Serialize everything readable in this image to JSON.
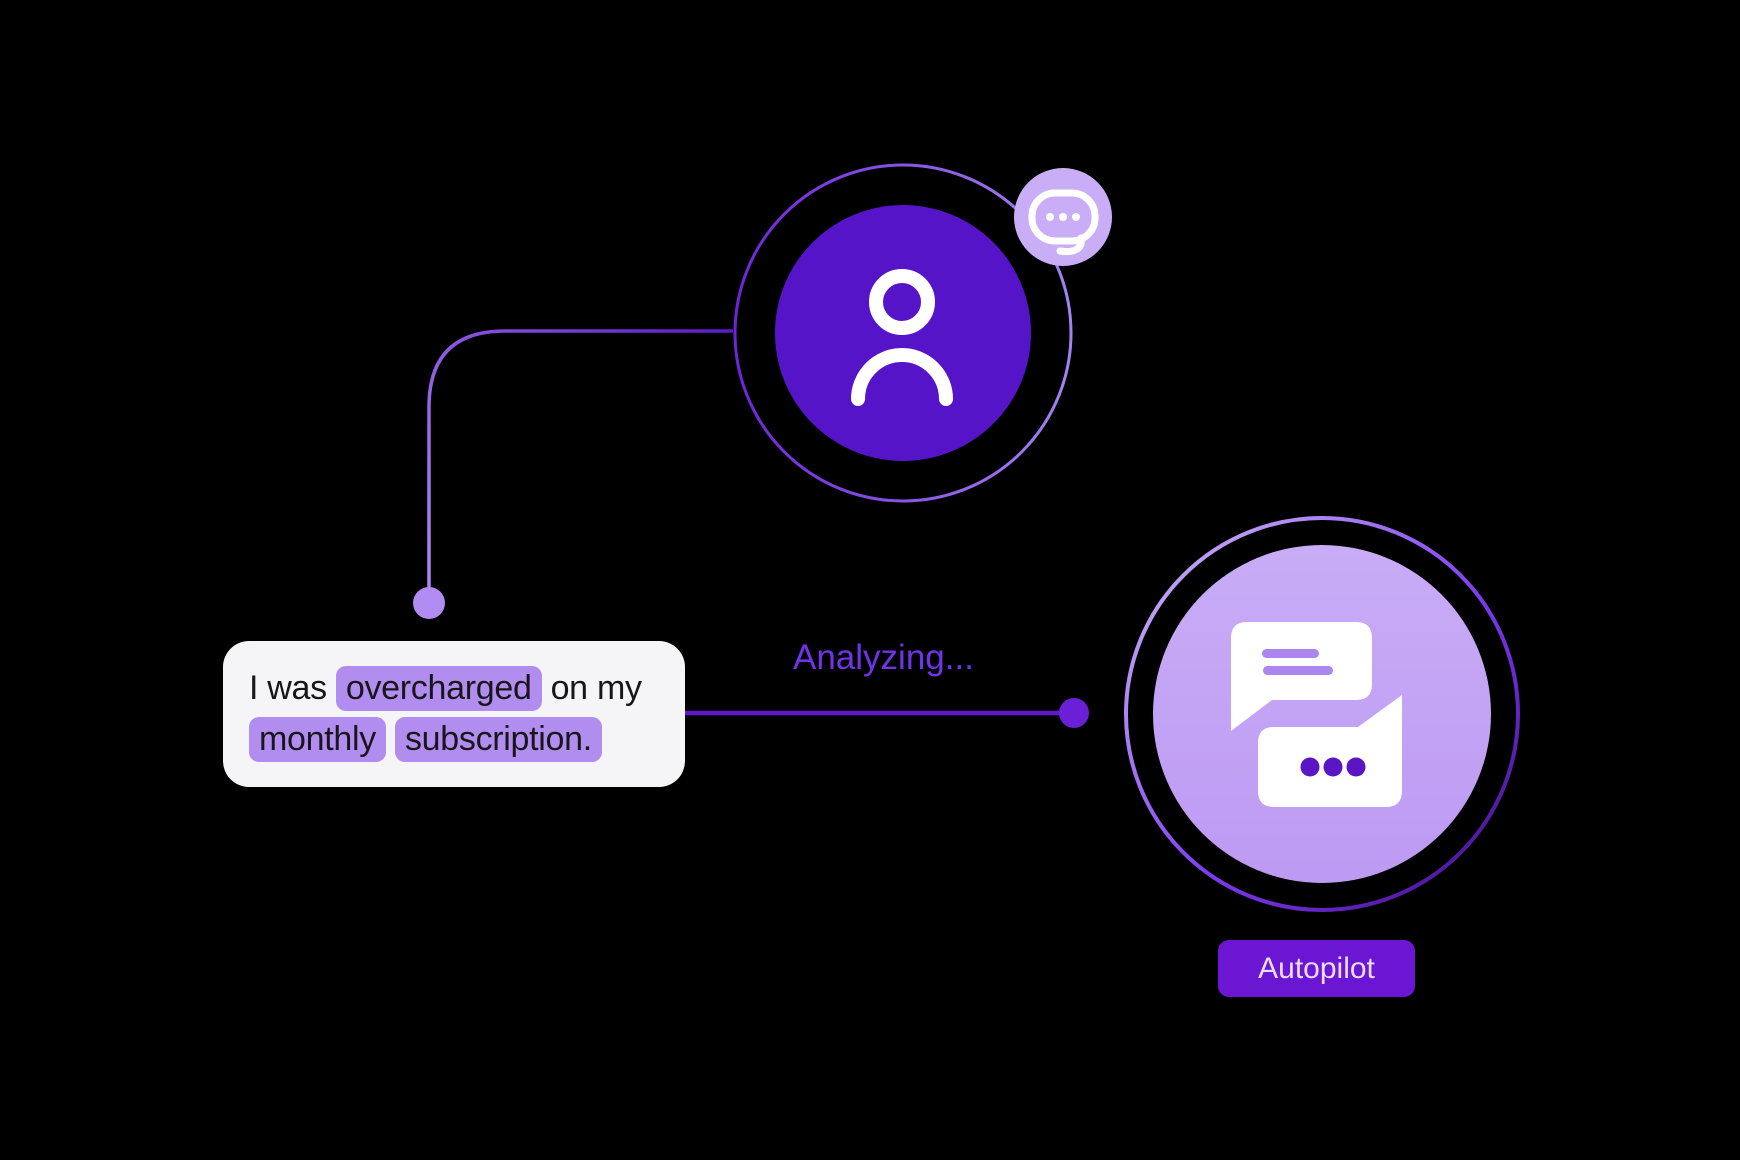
{
  "illustration": {
    "background": "#000000",
    "description_colors": {
      "user_circle_fill": "#5614c9",
      "user_ring": "#8b5cf6",
      "badge_fill": "#c9aef7",
      "connector_left_start": "#5f18c9",
      "connector_left_end": "#b18cf2",
      "connector_right": "#6018cc",
      "message_bubble_bg": "#f5f4f6",
      "message_text": "#18161b",
      "message_highlight_bg": "#b28df0",
      "status_text": "#7033e8",
      "bot_circle_fill": "#c2a2f4",
      "bot_ring_start": "#c3a5f5",
      "bot_ring_end": "#47108f",
      "icon_dots": "#5a16c5",
      "autopilot_bg": "#6b16d3",
      "autopilot_text": "#eadcfb"
    }
  },
  "user_node": {
    "icon": "user-icon",
    "badge_icon": "chat-bubble-icon"
  },
  "customer_message": {
    "line1_pre": "I was",
    "line1_highlight": "overcharged",
    "line1_post": "on my",
    "line2_highlight1": "monthly",
    "line2_highlight2": "subscription."
  },
  "status": {
    "label": "Analyzing..."
  },
  "bot_node": {
    "icon": "conversation-icon",
    "button_label": "Autopilot"
  }
}
